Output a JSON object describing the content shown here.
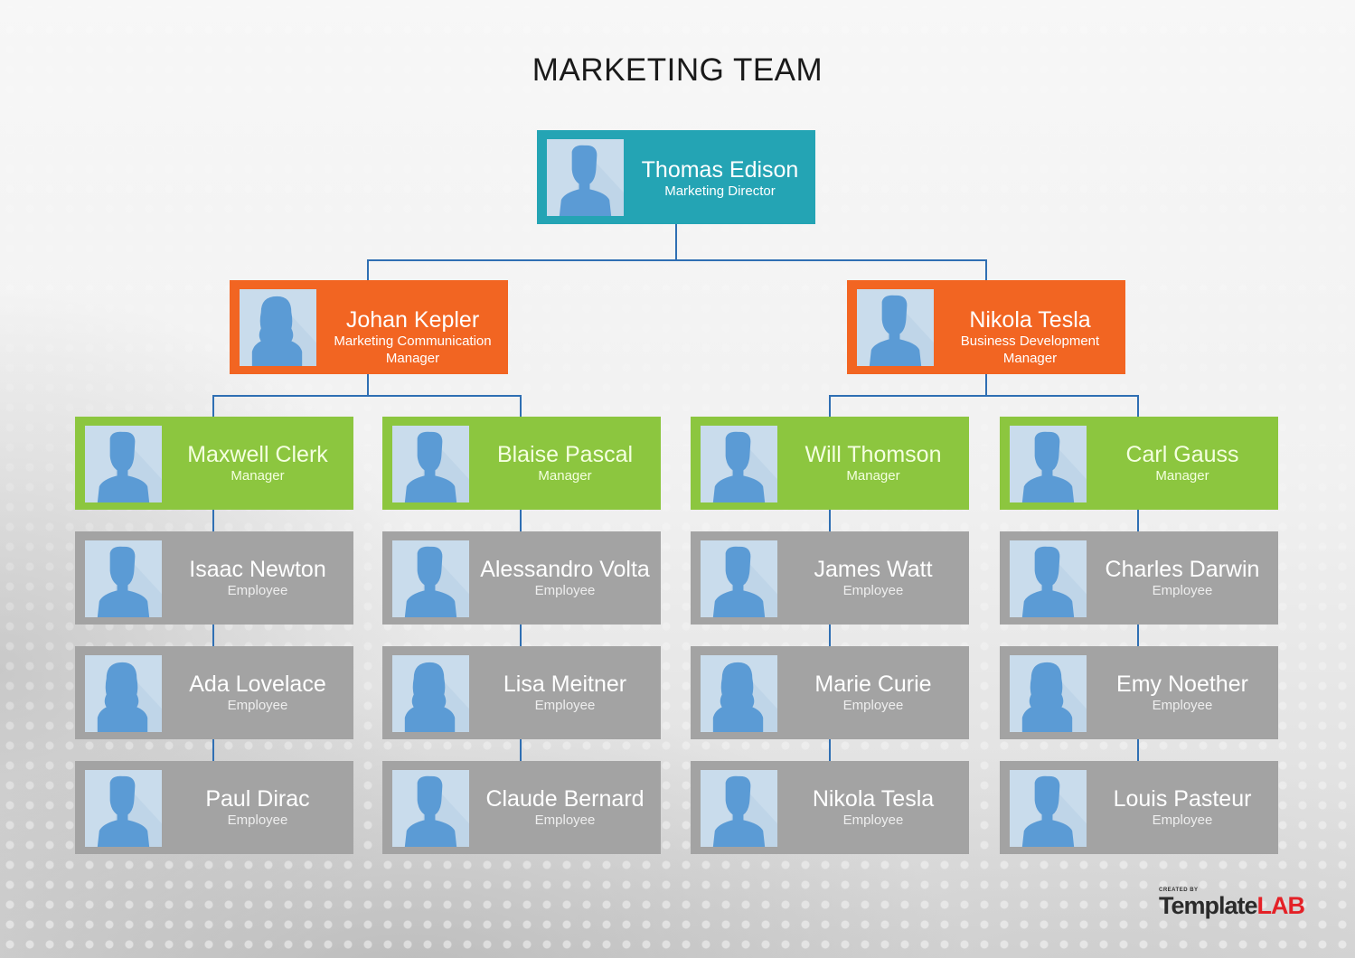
{
  "title": "MARKETING TEAM",
  "colors": {
    "director": "#24a4b4",
    "senior_manager": "#f26522",
    "manager": "#8cc63f",
    "employee": "#a3a3a3",
    "connector": "#2f6fb3",
    "photo_bg": "#c9dcec",
    "silhouette": "#5b9bd5"
  },
  "director": {
    "name": "Thomas Edison",
    "role": "Marketing Director",
    "avatar": "male-silhouette-icon"
  },
  "senior_managers": [
    {
      "name": "Johan Kepler",
      "role_line1": "Marketing Communication",
      "role_line2": "Manager",
      "avatar": "female-silhouette-icon"
    },
    {
      "name": "Nikola Tesla",
      "role_line1": "Business Development",
      "role_line2": "Manager",
      "avatar": "male-silhouette-icon"
    }
  ],
  "teams": [
    {
      "manager": {
        "name": "Maxwell Clerk",
        "role": "Manager",
        "avatar": "male-silhouette-icon"
      },
      "employees": [
        {
          "name": "Isaac Newton",
          "role": "Employee",
          "avatar": "male-silhouette-icon"
        },
        {
          "name": "Ada Lovelace",
          "role": "Employee",
          "avatar": "female-silhouette-icon"
        },
        {
          "name": "Paul Dirac",
          "role": "Employee",
          "avatar": "male-silhouette-icon"
        }
      ]
    },
    {
      "manager": {
        "name": "Blaise Pascal",
        "role": "Manager",
        "avatar": "male-silhouette-icon"
      },
      "employees": [
        {
          "name": "Alessandro Volta",
          "role": "Employee",
          "avatar": "male-silhouette-icon"
        },
        {
          "name": "Lisa Meitner",
          "role": "Employee",
          "avatar": "female-silhouette-icon"
        },
        {
          "name": "Claude Bernard",
          "role": "Employee",
          "avatar": "male-silhouette-icon"
        }
      ]
    },
    {
      "manager": {
        "name": "Will Thomson",
        "role": "Manager",
        "avatar": "male-silhouette-icon"
      },
      "employees": [
        {
          "name": "James Watt",
          "role": "Employee",
          "avatar": "male-silhouette-icon"
        },
        {
          "name": "Marie Curie",
          "role": "Employee",
          "avatar": "female-silhouette-icon"
        },
        {
          "name": "Nikola Tesla",
          "role": "Employee",
          "avatar": "male-silhouette-icon"
        }
      ]
    },
    {
      "manager": {
        "name": "Carl Gauss",
        "role": "Manager",
        "avatar": "male-silhouette-icon"
      },
      "employees": [
        {
          "name": "Charles Darwin",
          "role": "Employee",
          "avatar": "male-silhouette-icon"
        },
        {
          "name": "Emy Noether",
          "role": "Employee",
          "avatar": "female-silhouette-icon"
        },
        {
          "name": "Louis Pasteur",
          "role": "Employee",
          "avatar": "male-silhouette-icon"
        }
      ]
    }
  ],
  "logo": {
    "created_by": "CREATED BY",
    "brand_part1": "Template",
    "brand_part2": "LAB"
  }
}
